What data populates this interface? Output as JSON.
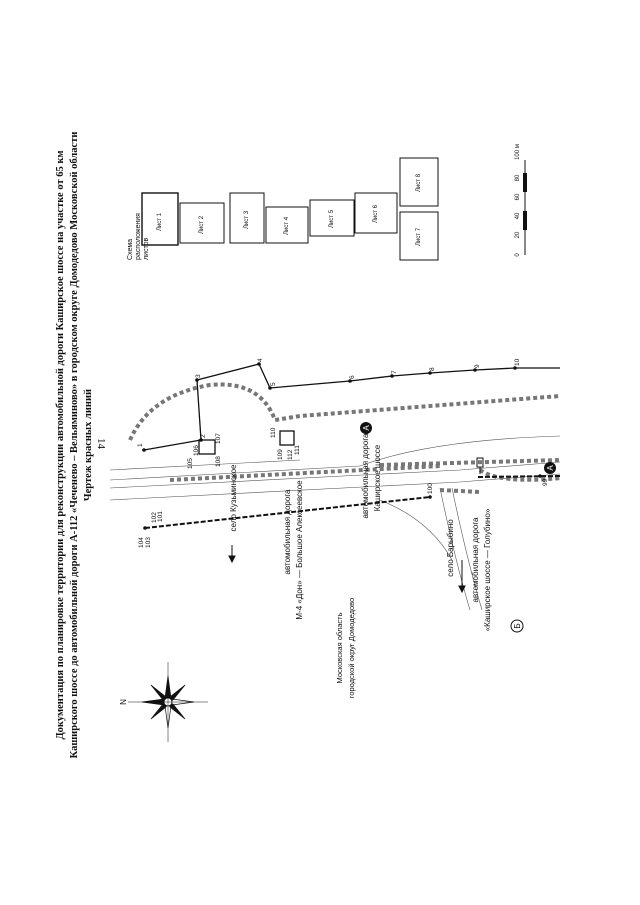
{
  "page_number": "14",
  "header": {
    "line1": "Документация по планировке территории для реконструкции автомобильной дороги Каширское шоссе на участке от 65 км",
    "line2": "Каширского шоссе до автомобильной дороги А-112 «Чеченево – Вельяминово» в городском округе Домодедово Московской области",
    "line3": "Чертеж красных линий"
  },
  "sheet_scheme": {
    "title_line1": "Схема",
    "title_line2": "расположения",
    "title_line3": "листов",
    "sheets": [
      "Лист 1",
      "Лист 2",
      "Лист 3",
      "Лист 4",
      "Лист 5",
      "Лист 6",
      "Лист 7",
      "Лист 8"
    ]
  },
  "scale_bar": {
    "ticks": [
      "0",
      "20",
      "40",
      "60",
      "80",
      "100 м"
    ]
  },
  "map": {
    "region_line1": "Московская область",
    "region_line2": "городской округ Домодедово",
    "road_m4_line1": "автомобильная дорога",
    "road_m4_line2": "М-4 «Дон» — Большое Алексеевское",
    "road_kashira_line1": "автомобильная дорога",
    "road_kashira_line2": "Каширское шоссе",
    "road_golubino_line1": "автомобильная дорога",
    "road_golubino_line2": "«Каширское шоссе — Голубино»",
    "to_kuzminskoe": "село Кузьминское",
    "to_barybino": "село Барыбино",
    "marker_a": "A",
    "marker_b": "Б",
    "north": "N",
    "points": [
      "1",
      "2",
      "3",
      "4",
      "5",
      "6",
      "7",
      "8",
      "9",
      "10",
      "99",
      "100",
      "101",
      "102",
      "103",
      "104",
      "105",
      "106",
      "107",
      "108",
      "109",
      "110",
      "111",
      "112"
    ]
  },
  "colors": {
    "ink": "#111111",
    "dashed_boundary": "#777777"
  }
}
